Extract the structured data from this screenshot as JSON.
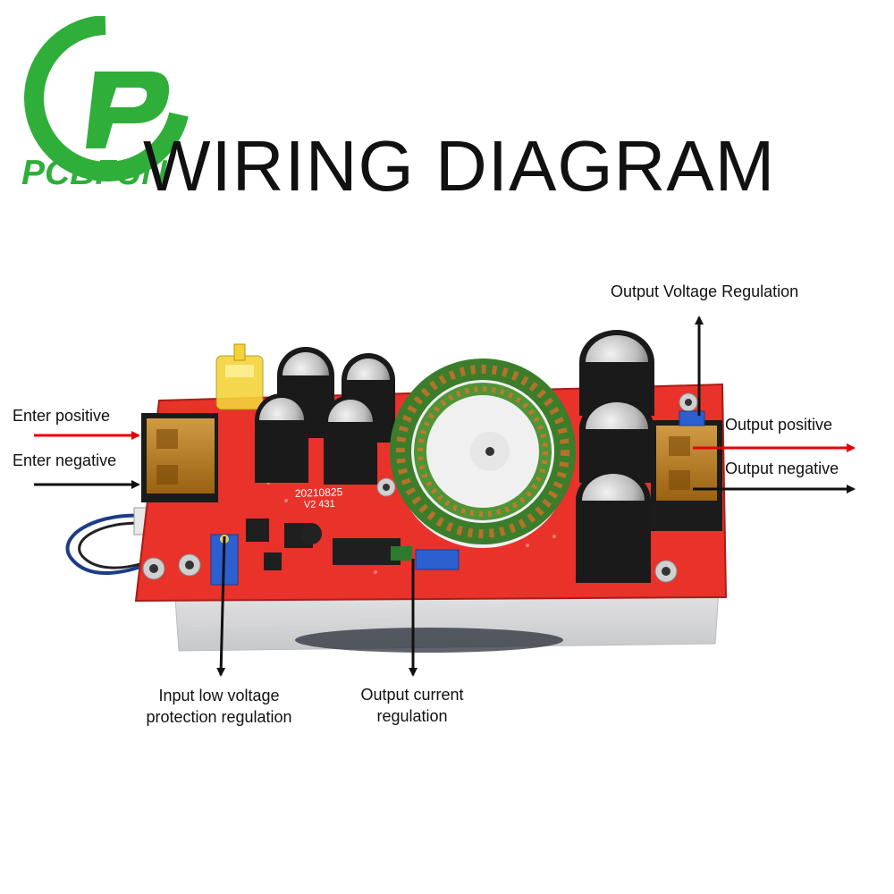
{
  "brand": {
    "name": "PCBFUN"
  },
  "title": "WIRING DIAGRAM",
  "board": {
    "date_code": "20210825",
    "version": "V2 431"
  },
  "labels": {
    "output_voltage_regulation": "Output Voltage Regulation",
    "enter_positive": "Enter positive",
    "enter_negative": "Enter negative",
    "output_positive": "Output positive",
    "output_negative": "Output negative",
    "input_low_voltage_line1": "Input low voltage",
    "input_low_voltage_line2": "protection regulation",
    "output_current_line1": "Output current",
    "output_current_line2": "regulation"
  },
  "colors": {
    "pcb": "#e8322a",
    "arrow_positive": "#e60000",
    "arrow_negative": "#111111",
    "logo_green": "#2fae3a",
    "terminal": "#c98a1a",
    "trimpot": "#2c5fd0"
  }
}
